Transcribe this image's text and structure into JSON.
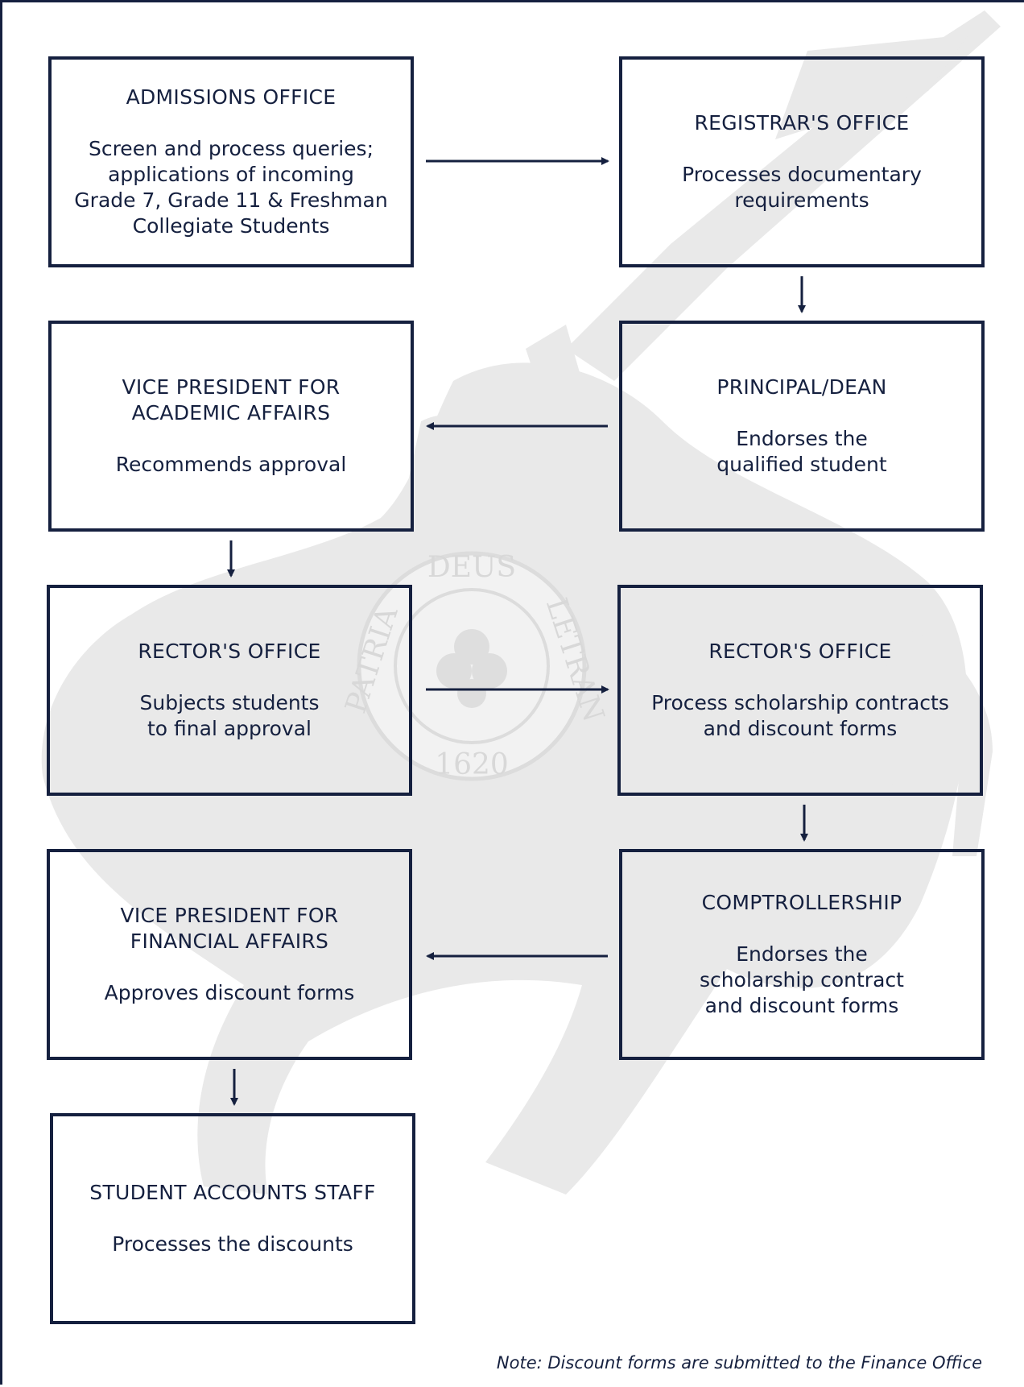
{
  "diagram": {
    "nodes": [
      {
        "id": "admissions",
        "title": "ADMISSIONS OFFICE",
        "desc": "Screen and process queries;\napplications of incoming\nGrade 7, Grade 11 & Freshman\nCollegiate Students"
      },
      {
        "id": "registrar",
        "title": "REGISTRAR'S OFFICE",
        "desc": "Processes documentary\nrequirements"
      },
      {
        "id": "vp-academic",
        "title": "VICE PRESIDENT FOR\nACADEMIC AFFAIRS",
        "desc": "Recommends approval"
      },
      {
        "id": "principal-dean",
        "title": "PRINCIPAL/DEAN",
        "desc": "Endorses the\nqualified student"
      },
      {
        "id": "rector-approval",
        "title": "RECTOR'S OFFICE",
        "desc": "Subjects students\nto final approval"
      },
      {
        "id": "rector-contracts",
        "title": "RECTOR'S OFFICE",
        "desc": "Process scholarship contracts\nand discount forms"
      },
      {
        "id": "vp-financial",
        "title": "VICE PRESIDENT FOR\nFINANCIAL AFFAIRS",
        "desc": "Approves discount forms"
      },
      {
        "id": "comptrollership",
        "title": "COMPTROLLERSHIP",
        "desc": "Endorses the\nscholarship contract\nand discount forms"
      },
      {
        "id": "student-accounts",
        "title": "STUDENT ACCOUNTS STAFF",
        "desc": "Processes the discounts"
      }
    ],
    "edges": [
      {
        "from": "admissions",
        "to": "registrar"
      },
      {
        "from": "registrar",
        "to": "principal-dean"
      },
      {
        "from": "principal-dean",
        "to": "vp-academic"
      },
      {
        "from": "vp-academic",
        "to": "rector-approval"
      },
      {
        "from": "rector-approval",
        "to": "rector-contracts"
      },
      {
        "from": "rector-contracts",
        "to": "comptrollership"
      },
      {
        "from": "comptrollership",
        "to": "vp-financial"
      },
      {
        "from": "vp-financial",
        "to": "student-accounts"
      }
    ],
    "note": "Note: Discount forms are submitted to the Finance Office"
  },
  "watermark": {
    "seal_top": "DEUS",
    "seal_left": "PATRIA",
    "seal_right": "LETRAN",
    "seal_year": "1620"
  },
  "colors": {
    "ink": "#15203f",
    "watermark": "#e6e6e6"
  }
}
